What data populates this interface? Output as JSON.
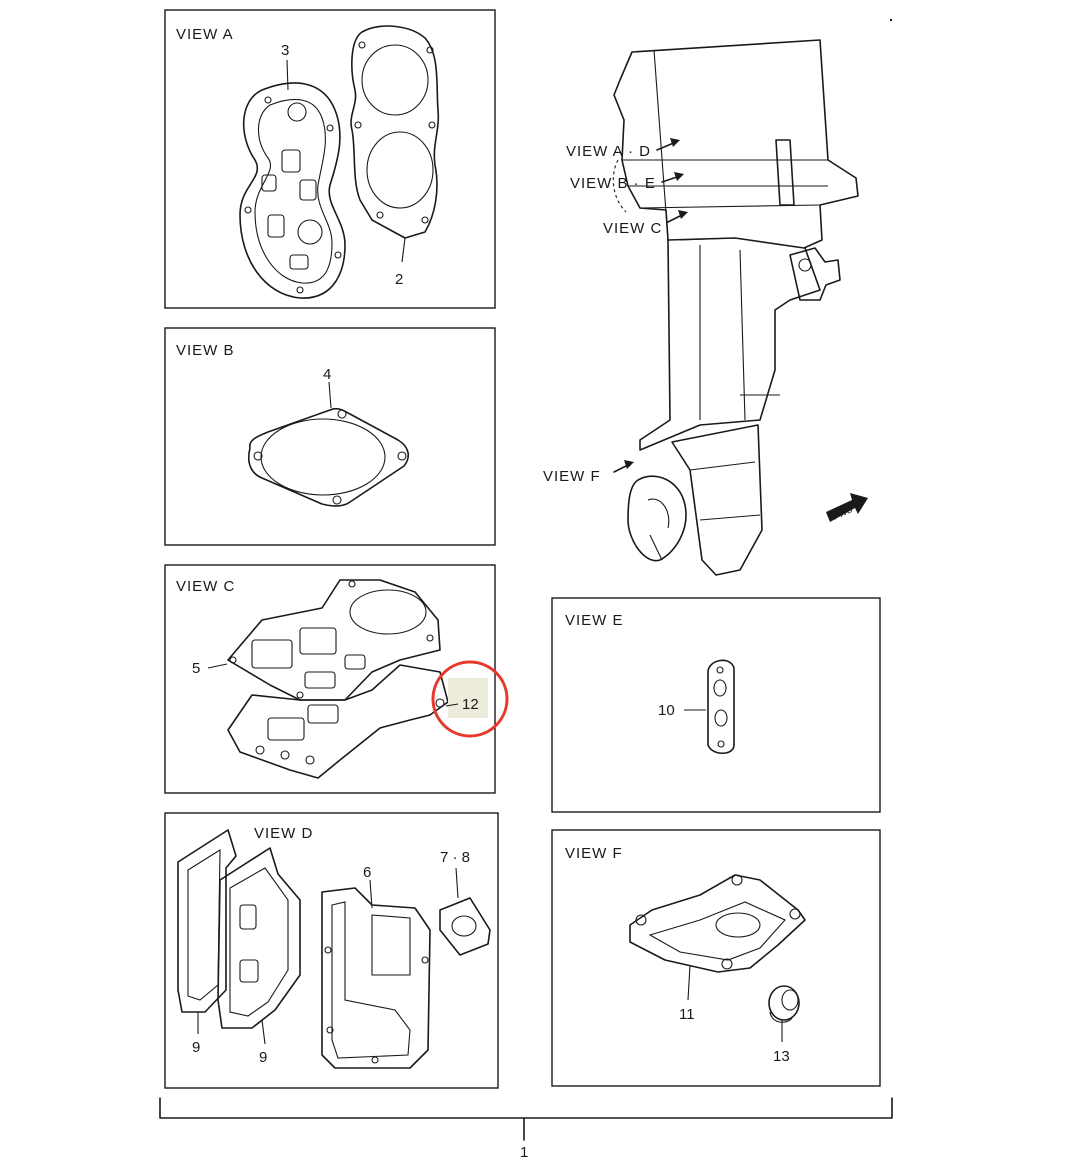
{
  "views": {
    "a": "VIEW  A",
    "b": "VIEW  B",
    "c": "VIEW  C",
    "d": "VIEW  D",
    "e": "VIEW  E",
    "f": "VIEW  F"
  },
  "pointers": {
    "ad": "VIEW  A · D",
    "be": "VIEW  B · E",
    "c": "VIEW  C",
    "f": "VIEW  F"
  },
  "fwd_label": "FWD",
  "parts": {
    "p1": "1",
    "p2": "2",
    "p3": "3",
    "p4": "4",
    "p5": "5",
    "p6": "6",
    "p78": "7 · 8",
    "p9a": "9",
    "p9b": "9",
    "p10": "10",
    "p11": "11",
    "p12": "12",
    "p13": "13"
  },
  "highlight": {
    "part": "12",
    "color": "#e53a2b",
    "fill": "#ecebdc"
  }
}
